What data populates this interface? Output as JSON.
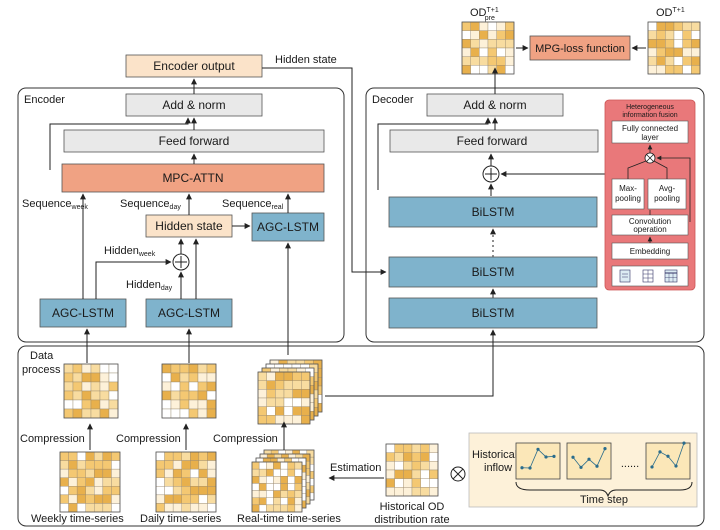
{
  "encoder_output": "Encoder output",
  "hidden_state_link": "Hidden state",
  "encoder": {
    "title": "Encoder",
    "add_norm": "Add & norm",
    "feed_forward": "Feed forward",
    "attention": "MPC-ATTN",
    "seq_week": "Sequence",
    "seq_week_sub": "week",
    "seq_day": "Sequence",
    "seq_day_sub": "day",
    "seq_real": "Sequence",
    "seq_real_sub": "real",
    "hidden_state": "Hidden state",
    "hidden_week": "Hidden",
    "hidden_week_sub": "week",
    "hidden_day": "Hidden",
    "hidden_day_sub": "day",
    "agc_week": "AGC-LSTM",
    "agc_day": "AGC-LSTM",
    "agc_real": "AGC-LSTM"
  },
  "decoder": {
    "title": "Decoder",
    "add_norm": "Add & norm",
    "feed_forward": "Feed forward",
    "bilstm_top": "BiLSTM",
    "bilstm_mid": "BiLSTM",
    "bilstm_bot": "BiLSTM"
  },
  "fusion": {
    "title_line1": "Heterogeneous",
    "title_line2": "information fusion",
    "fc_line1": "Fully connected",
    "fc_line2": "layer",
    "maxpool_line1": "Max-",
    "maxpool_line2": "pooling",
    "avgpool_line1": "Avg-",
    "avgpool_line2": "pooling",
    "conv_line1": "Convolution",
    "conv_line2": "operation",
    "embedding": "Embedding"
  },
  "od_pre": "OD",
  "od_pre_sup": "T+1",
  "od_pre_sub": "pre",
  "od_true": "OD",
  "od_true_sup": "T+1",
  "loss": "MPG-loss function",
  "data": {
    "title_line1": "Data",
    "title_line2": "process",
    "compression_1": "Compression",
    "compression_2": "Compression",
    "compression_3": "Compression",
    "estimation": "Estimation",
    "weekly": "Weekly time-series",
    "daily": "Daily time-series",
    "realtime": "Real-time time-series",
    "hist_od_line1": "Historical OD",
    "hist_od_line2": "distribution rate",
    "hist_inflow_line1": "Historical",
    "hist_inflow_line2": "inflow",
    "ellipsis": "......",
    "time_step": "Time step"
  },
  "colors": {
    "lstm": "#7fb3cc",
    "attn": "#f0a283",
    "peach": "#fbe3c9",
    "gray": "#e9e9e9",
    "fusion_bg": "#e9787a",
    "grid_fill": "#f4c872",
    "inflow_bg": "#fdf1d9"
  }
}
